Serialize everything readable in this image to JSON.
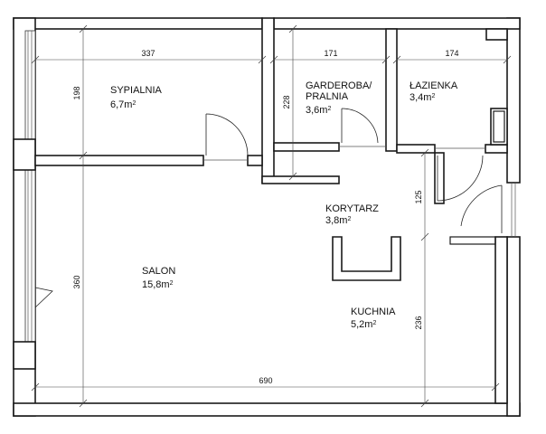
{
  "rooms": {
    "sypialnia": {
      "name": "SYPIALNIA",
      "area": "6,7",
      "unit": "m",
      "sup": "2"
    },
    "garderoba": {
      "name1": "GARDEROBA/",
      "name2": "PRALNIA",
      "area": "3,6",
      "unit": "m",
      "sup": "2"
    },
    "lazienka": {
      "name": "ŁAZIENKA",
      "area": "3,4",
      "unit": "m",
      "sup": "2"
    },
    "korytarz": {
      "name": "KORYTARZ",
      "area": "3,8",
      "unit": "m",
      "sup": "2"
    },
    "salon": {
      "name": "SALON",
      "area": "15,8",
      "unit": "m",
      "sup": "2"
    },
    "kuchnia": {
      "name": "KUCHNIA",
      "area": "5,2",
      "unit": "m",
      "sup": "2"
    }
  },
  "dimensions": {
    "sypialnia_width": "337",
    "garderoba_width": "171",
    "lazienka_width": "174",
    "sypialnia_depth": "198",
    "garderoba_depth": "228",
    "korytarz_depth": "125",
    "salon_depth": "360",
    "kuchnia_depth": "236",
    "total_width": "690"
  }
}
